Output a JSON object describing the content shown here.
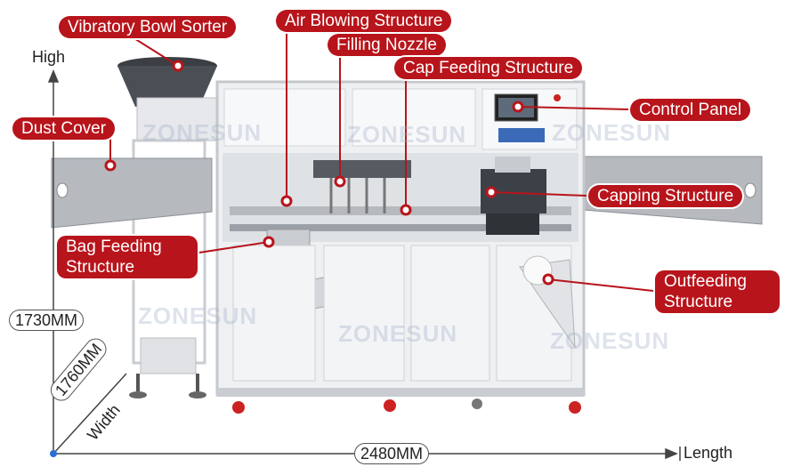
{
  "labels": {
    "vibratory_bowl_sorter": "Vibratory Bowl Sorter",
    "air_blowing_structure": "Air Blowing Structure",
    "filling_nozzle": "Filling Nozzle",
    "cap_feeding_structure": "Cap Feeding Structure",
    "dust_cover": "Dust Cover",
    "control_panel": "Control Panel",
    "capping_structure": "Capping Structure",
    "bag_feeding_structure": "Bag Feeding Structure",
    "outfeeding_structure": "Outfeeding Structure"
  },
  "dimensions": {
    "height_axis": "High",
    "height_value": "1730MM",
    "width_value": "1760MM",
    "width_axis": "Width",
    "length_value": "2480MM",
    "length_axis": "Length"
  },
  "watermark": "ZONESUN",
  "colors": {
    "label_bg": "#b8141b",
    "label_text": "#ffffff",
    "machine_frame": "#d9dce0"
  }
}
